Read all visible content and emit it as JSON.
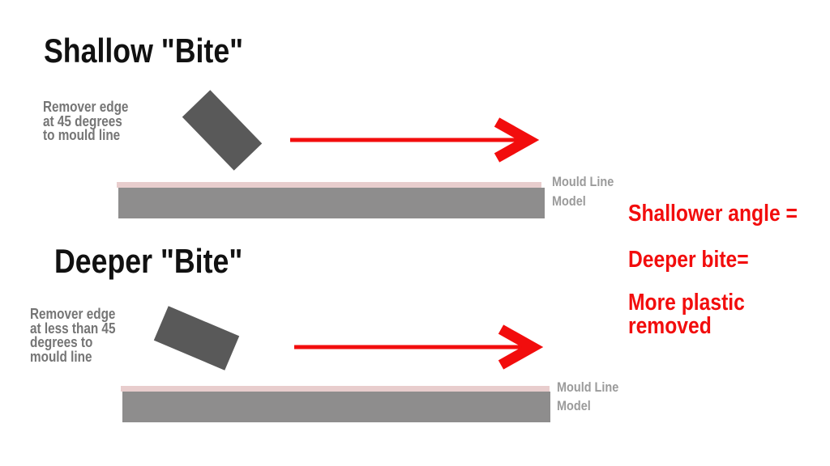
{
  "colors": {
    "red": "#f20d0d",
    "ink": "#111111",
    "caption-gray": "#757575",
    "label-gray": "#9b9b9b",
    "tool-gray": "#595959",
    "model-gray": "#8e8d8d",
    "mould-pink": "#e8cdcd",
    "bg": "#ffffff"
  },
  "shallow_section": {
    "title": "Shallow \"Bite\"",
    "caption": "Remover edge\nat 45 degrees\nto mould line",
    "mould_line_label": "Mould Line",
    "model_label": "Model"
  },
  "deeper_section": {
    "title": "Deeper \"Bite\"",
    "caption": "Remover edge\nat less than 45\ndegrees to\nmould line",
    "mould_line_label": "Mould Line",
    "model_label": "Model"
  },
  "conclusion": {
    "line1": "Shallower angle =",
    "line2": "Deeper bite=",
    "line3": "More plastic\nremoved"
  }
}
